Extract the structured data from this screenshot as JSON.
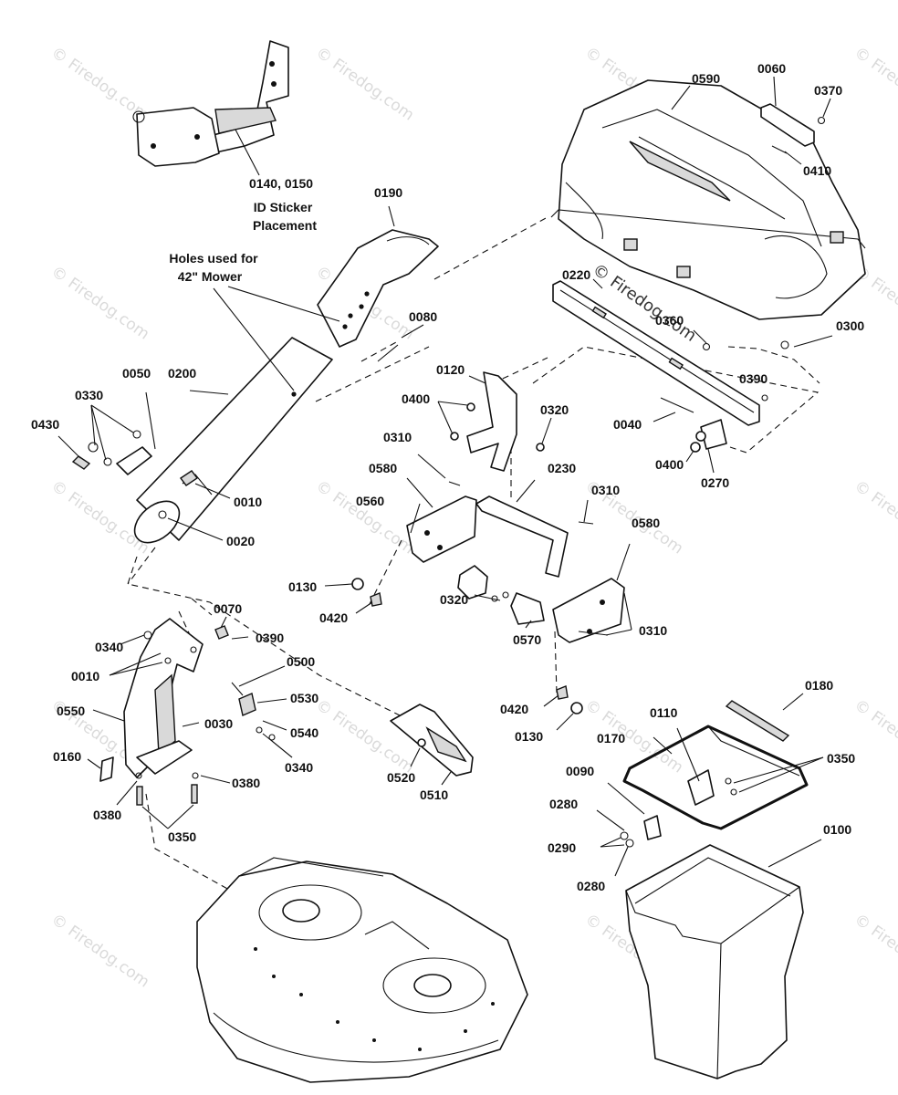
{
  "watermark": {
    "text": "© Firedog.com"
  },
  "notes": {
    "id_sticker_line1": "0140, 0150",
    "id_sticker_line2": "ID Sticker",
    "id_sticker_line3": "Placement",
    "holes_line1": "Holes used for",
    "holes_line2": "42\" Mower"
  },
  "callouts": {
    "c0590": "0590",
    "c0060": "0060",
    "c0370": "0370",
    "c0410": "0410",
    "c0190": "0190",
    "c0080": "0080",
    "c0220": "0220",
    "c0360": "0360",
    "c0300": "0300",
    "c0390a": "0390",
    "c0040": "0040",
    "c0400a": "0400",
    "c0270": "0270",
    "c0120": "0120",
    "c0400b": "0400",
    "c0320a": "0320",
    "c0310a": "0310",
    "c0230": "0230",
    "c0580a": "0580",
    "c0310b": "0310",
    "c0560": "0560",
    "c0580b": "0580",
    "c0130a": "0130",
    "c0420a": "0420",
    "c0320b": "0320",
    "c0570": "0570",
    "c0310c": "0310",
    "c0050": "0050",
    "c0200": "0200",
    "c0330": "0330",
    "c0430": "0430",
    "c0010a": "0010",
    "c0020": "0020",
    "c0070": "0070",
    "c0340a": "0340",
    "c0390b": "0390",
    "c0010b": "0010",
    "c0500": "0500",
    "c0530": "0530",
    "c0550": "0550",
    "c0030": "0030",
    "c0540": "0540",
    "c0340b": "0340",
    "c0160": "0160",
    "c0380a": "0380",
    "c0380b": "0380",
    "c0350a": "0350",
    "c0520": "0520",
    "c0510": "0510",
    "c0420b": "0420",
    "c0130b": "0130",
    "c0180": "0180",
    "c0110": "0110",
    "c0170": "0170",
    "c0350b": "0350",
    "c0090": "0090",
    "c0280a": "0280",
    "c0290": "0290",
    "c0280b": "0280",
    "c0100": "0100"
  }
}
